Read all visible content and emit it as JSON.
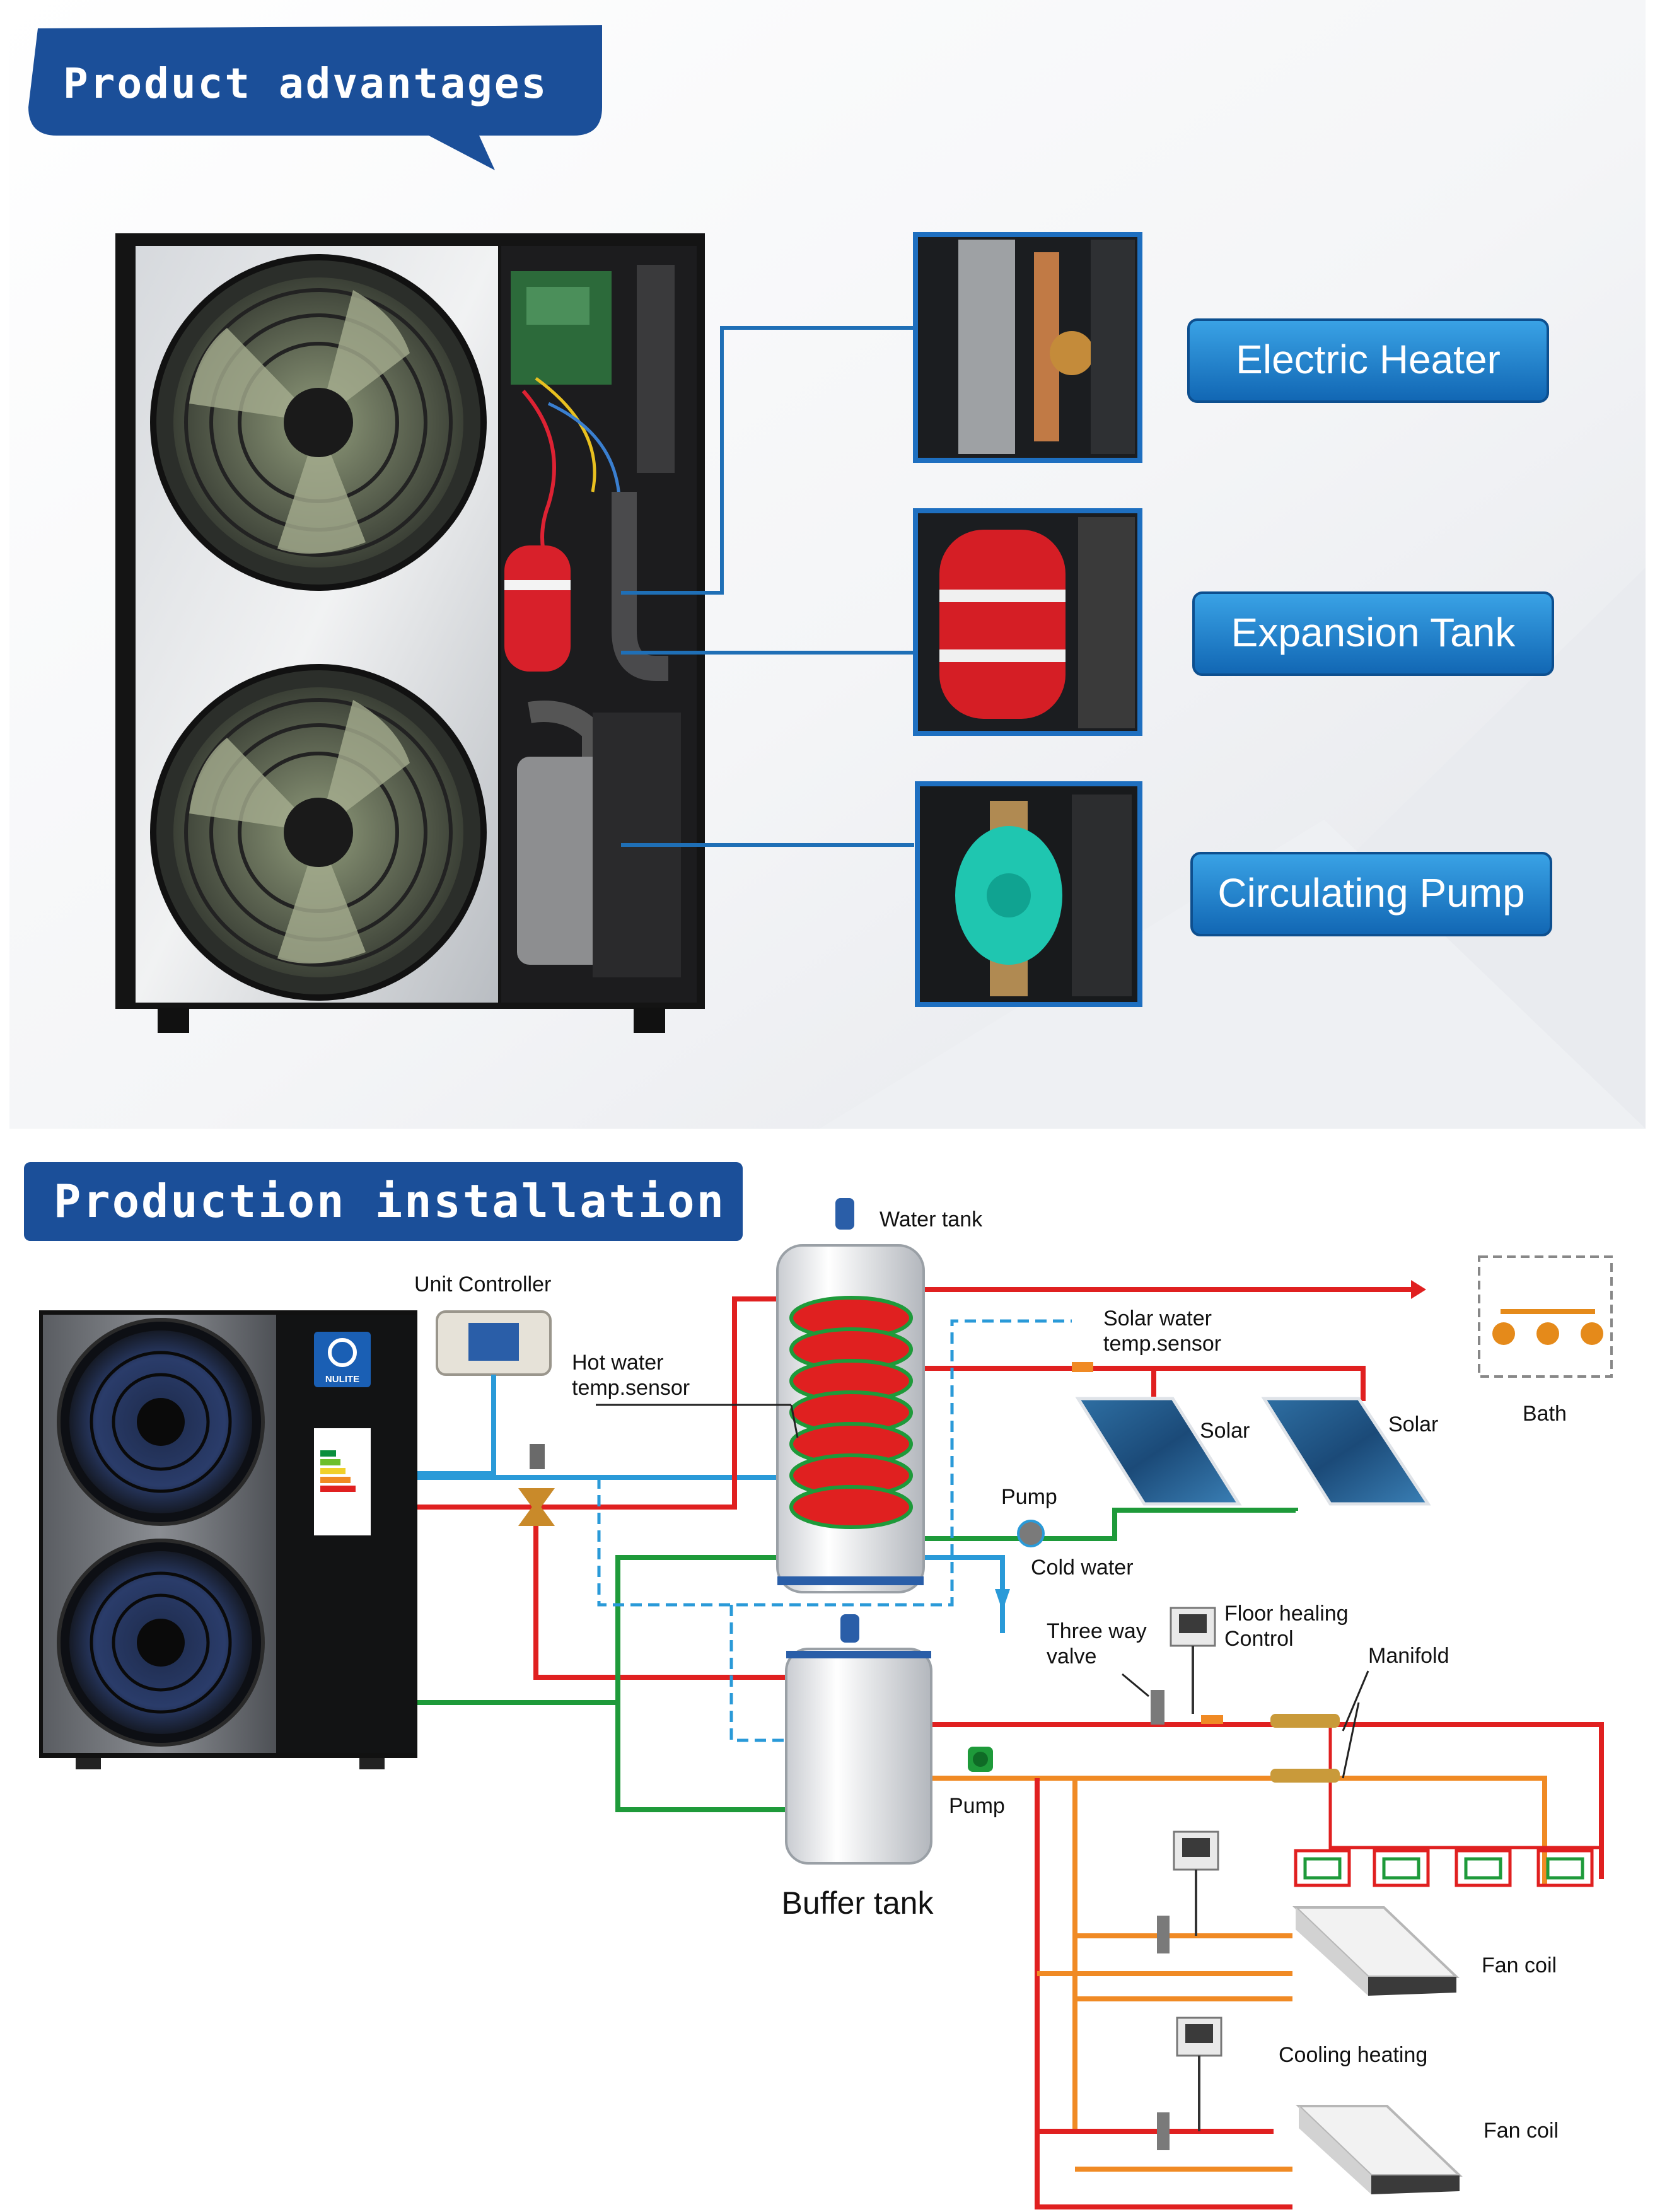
{
  "top_section": {
    "title": "Product advantages",
    "components": [
      {
        "label": "Electric Heater"
      },
      {
        "label": "Expansion Tank"
      },
      {
        "label": "Circulating Pump"
      }
    ]
  },
  "bottom_section": {
    "title": "Production installation",
    "unit_logo_text": "NULITE",
    "labels": {
      "water_tank": "Water tank",
      "unit_controller": "Unit Controller",
      "hot_water_sensor_1": "Hot water",
      "hot_water_sensor_2": "temp.sensor",
      "solar_sensor_1": "Solar water",
      "solar_sensor_2": "temp.sensor",
      "solar_a": "Solar",
      "solar_b": "Solar",
      "bath": "Bath",
      "pump_solar": "Pump",
      "cold_water": "Cold water",
      "floor_heating_1": "Floor healing",
      "floor_heating_2": "Control",
      "three_way_1": "Three way",
      "three_way_2": "valve",
      "manifold": "Manifold",
      "pump_buffer": "Pump",
      "buffer_tank": "Buffer tank",
      "fan_coil_a": "Fan coil",
      "cooling_heating": "Cooling heating",
      "fan_coil_b": "Fan coil"
    }
  },
  "colors": {
    "banner_blue": "#1b4f99",
    "tag_blue": "#1f86cf",
    "hot_pipe": "#e02020",
    "cold_pipe": "#2a9ad8",
    "return_pipe": "#1e9a3a",
    "fan_coil_pipe": "#f08a24"
  }
}
